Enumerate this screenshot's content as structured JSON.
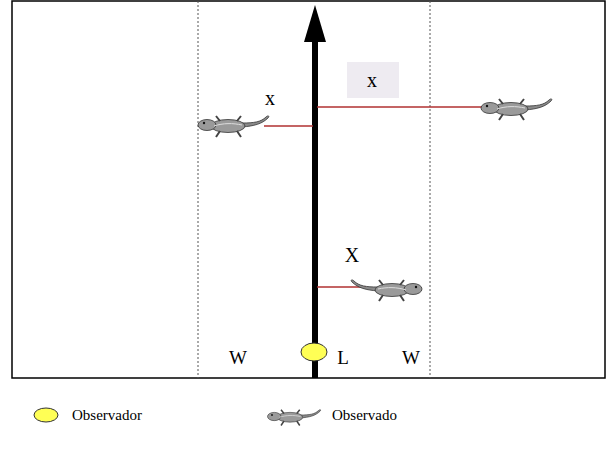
{
  "diagram": {
    "labels": [
      "x",
      "x",
      "X",
      "W",
      "L",
      "W"
    ],
    "legend": [
      {
        "text": "Observador"
      },
      {
        "text": "Observado"
      }
    ]
  }
}
